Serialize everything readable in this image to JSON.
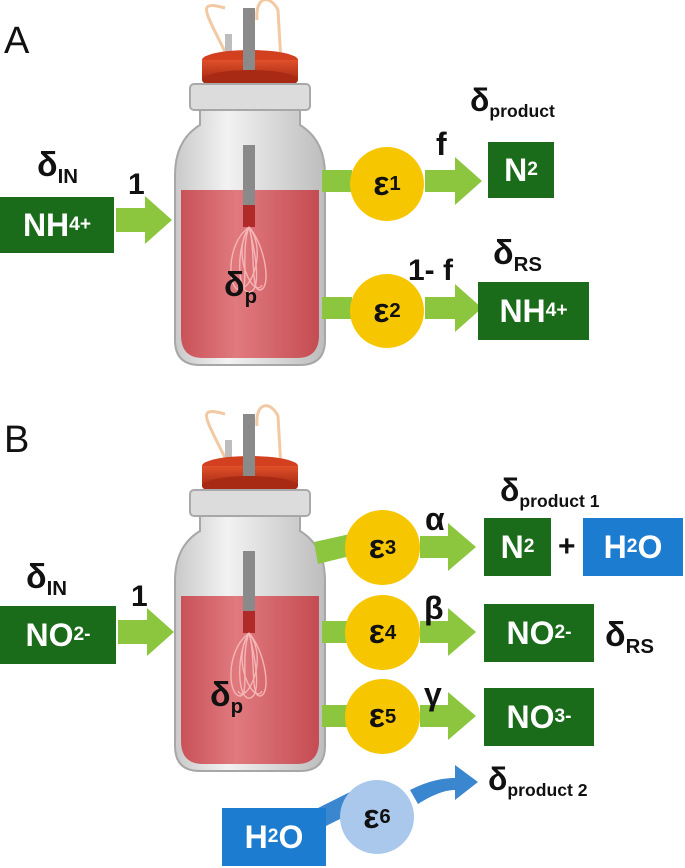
{
  "panelA": {
    "label": "A",
    "delta_in": "δ",
    "delta_in_sub": "IN",
    "input_species": "NH",
    "input_sub": "4",
    "input_sup": "+",
    "flow_in": "1",
    "delta_p": "δ",
    "delta_p_sub": "p",
    "eps1": "ε",
    "eps1_sub": "1",
    "eps2": "ε",
    "eps2_sub": "2",
    "f_label": "f",
    "one_minus_f": "1- f",
    "delta_product": "δ",
    "delta_product_sub": "product",
    "product": "N",
    "product_sub": "2",
    "delta_rs": "δ",
    "delta_rs_sub": "RS",
    "residual": "NH",
    "residual_sub": "4",
    "residual_sup": "+"
  },
  "panelB": {
    "label": "B",
    "delta_in": "δ",
    "delta_in_sub": "IN",
    "input_species": "NO",
    "input_sub": "2",
    "input_sup": "-",
    "flow_in": "1",
    "delta_p": "δ",
    "delta_p_sub": "p",
    "eps3": "ε",
    "eps3_sub": "3",
    "eps4": "ε",
    "eps4_sub": "4",
    "eps5": "ε",
    "eps5_sub": "5",
    "eps6": "ε",
    "eps6_sub": "6",
    "alpha": "α",
    "beta": "β",
    "gamma": "γ",
    "delta_product1": "δ",
    "delta_product1_sub": "product 1",
    "n2": "N",
    "n2_sub": "2",
    "plus": "+",
    "water1": "H",
    "water1_sub": "2",
    "water1_tail": "O",
    "no2": "NO",
    "no2_sub": "2",
    "no2_sup": "-",
    "delta_rs": "δ",
    "delta_rs_sub": "RS",
    "no3": "NO",
    "no3_sub": "3",
    "no3_sup": "-",
    "water2": "H",
    "water2_sub": "2",
    "water2_tail": "O",
    "delta_product2": "δ",
    "delta_product2_sub": "product 2"
  },
  "colors": {
    "green_box": "#1a6b1a",
    "arrow_green": "#8cc63f",
    "yellow_circle": "#f6c700",
    "blue_box": "#1c7dd0",
    "blue_arrow": "#3a86cf",
    "light_blue_circle": "#a9c8ec",
    "liquid": "#d9646a",
    "cap": "#c8341c"
  }
}
